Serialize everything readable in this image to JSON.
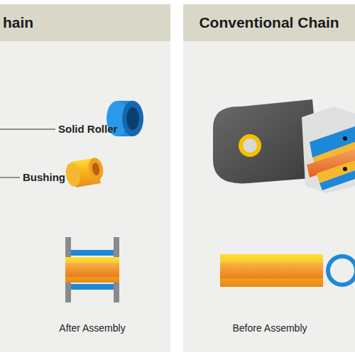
{
  "diagram": {
    "nodes": [
      {
        "text": [
          "hain"
        ]
      },
      {
        "text": [
          "Conventional Chain"
        ]
      }
    ],
    "labels": [
      "Solid Roller",
      "Bushing",
      "After Assembly",
      "Before Assembly"
    ]
  }
}
